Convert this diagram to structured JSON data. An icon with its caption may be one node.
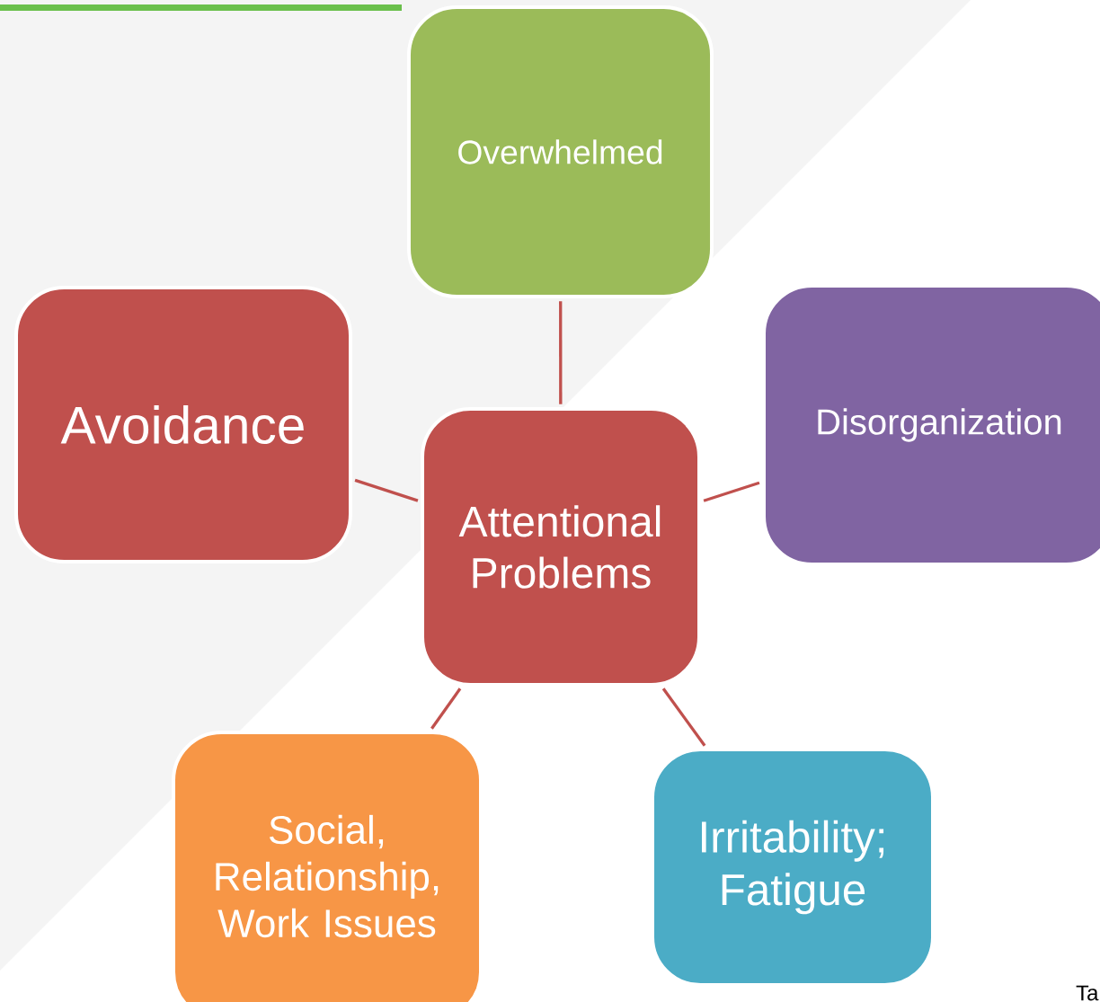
{
  "diagram": {
    "nodes": [
      {
        "text": [
          "Attentional Problems"
        ]
      },
      {
        "text": [
          "Overwhelmed"
        ]
      },
      {
        "text": [
          "Avoidance"
        ]
      },
      {
        "text": [
          "Disorganization"
        ]
      },
      {
        "text": [
          "Social, Relationship, Work Issues"
        ]
      },
      {
        "text": [
          "Irritability; Fatigue"
        ]
      }
    ],
    "edges": [
      {
        "from": 0,
        "to": 1,
        "arrow": "none"
      },
      {
        "from": 0,
        "to": 2,
        "arrow": "none"
      },
      {
        "from": 0,
        "to": 3,
        "arrow": "none"
      },
      {
        "from": 0,
        "to": 4,
        "arrow": "none"
      },
      {
        "from": 0,
        "to": 5,
        "arrow": "none"
      }
    ],
    "labels": [
      "Ta"
    ]
  }
}
